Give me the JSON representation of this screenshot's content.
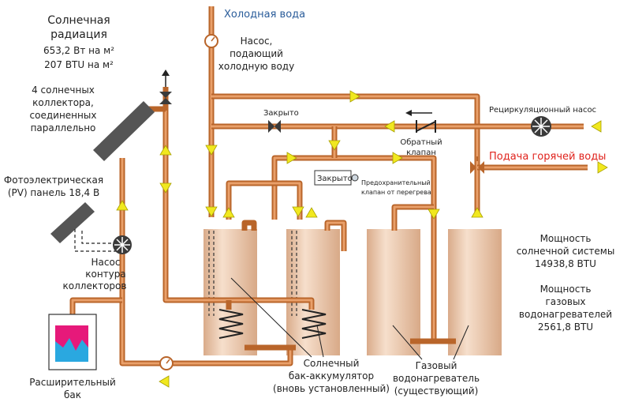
{
  "labels": {
    "solar_radiation_title": "Солнечная",
    "solar_radiation_title2": "радиация",
    "solar_radiation_w": "653,2 Вт на м²",
    "solar_radiation_btu": "207 BTU на м²",
    "collectors_1": "4 солнечных",
    "collectors_2": "коллектора,",
    "collectors_3": "соединенных",
    "collectors_4": "параллельно",
    "pv_1": "Фотоэлектрическая",
    "pv_2": "(PV) панель 18,4 В",
    "pump_collector_1": "Насос",
    "pump_collector_2": "контура",
    "pump_collector_3": "коллекторов",
    "expansion_1": "Расширительный",
    "expansion_2": "бак",
    "cold_water": "Холодная вода",
    "cold_pump_1": "Насос,",
    "cold_pump_2": "подающий",
    "cold_pump_3": "холодную воду",
    "closed_valve": "Закрыто",
    "check_valve_1": "Обратный",
    "check_valve_2": "клапан",
    "recirc_pump": "Рециркуляционный насос",
    "hot_water": "Подача горячей воды",
    "closed_box": "Закрыто",
    "relief_valve_1": "Предохранительный",
    "relief_valve_2": "клапан от перегрева",
    "solar_tank_1": "Солнечный",
    "solar_tank_2": "бак-аккумулятор",
    "solar_tank_3": "(вновь установленный)",
    "gas_heater_1": "Газовый",
    "gas_heater_2": "водонагреватель",
    "gas_heater_3": "(существующий)",
    "solar_power_1": "Мощность",
    "solar_power_2": "солнечной системы",
    "solar_power_3": "14938,8 BTU",
    "gas_power_1": "Мощность",
    "gas_power_2": "газовых",
    "gas_power_3": "водонагревателей",
    "gas_power_4": "2561,8 BTU"
  },
  "colors": {
    "pipe_dark": "#b9652a",
    "pipe_light": "#e9a06a",
    "tank": "#eccbb1",
    "arrow": "#f1e81f",
    "cold_water_text": "#2a5c9a",
    "hot_water_text": "#e0231d",
    "collector": "#555555",
    "pump": "#3a3a3a",
    "expansion_magenta": "#e6197a",
    "expansion_cyan": "#2aa8e0"
  }
}
